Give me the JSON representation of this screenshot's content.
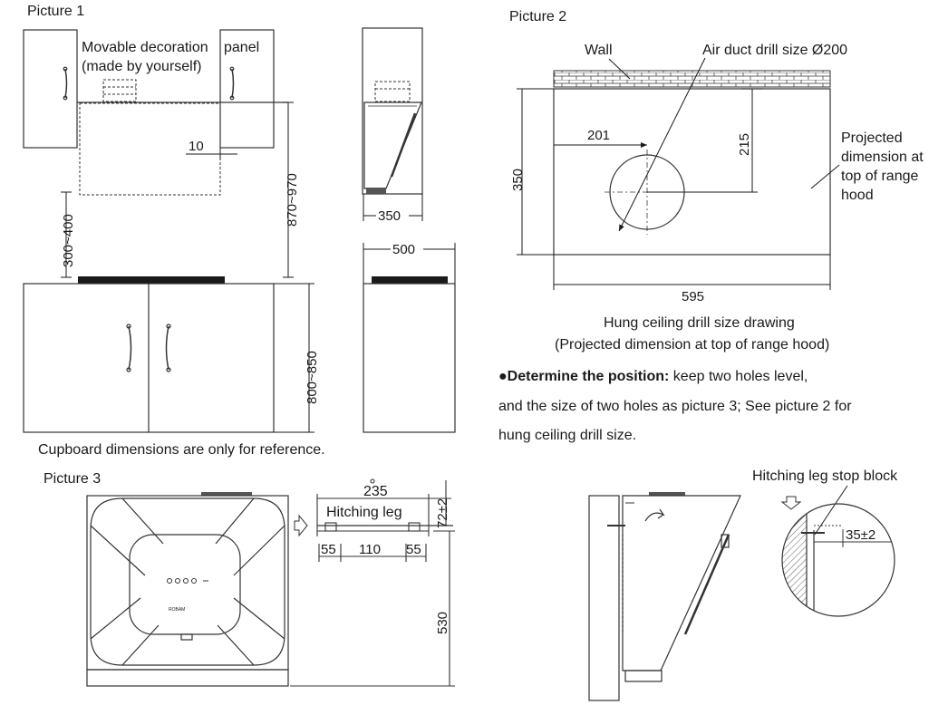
{
  "picture1": {
    "title": "Picture 1",
    "decoration_panel_line1": "Movable decoration",
    "decoration_panel_word": "panel",
    "decoration_panel_line2": "(made by yourself)",
    "dim_gap": "10",
    "dim_mount_height": "870~970",
    "dim_clearance": "300~400",
    "dim_counter_height": "800~850",
    "dim_hood_depth": "350",
    "dim_cabinet_depth": "500",
    "footnote": "Cupboard dimensions are only for reference."
  },
  "picture2": {
    "title": "Picture 2",
    "wall_label": "Wall",
    "duct_label": "Air duct drill size Ø200",
    "dim_offset_x": "201",
    "dim_offset_y": "215",
    "dim_height": "350",
    "dim_width": "595",
    "projected_label_1": "Projected",
    "projected_label_2": "dimension at",
    "projected_label_3": "top of range",
    "projected_label_4": "hood",
    "caption_line1": "Hung ceiling drill size drawing",
    "caption_line2": "(Projected dimension at top of range hood)"
  },
  "instructions": {
    "bullet": "●",
    "heading": "Determine the position:",
    "line1_rest": " keep two holes level,",
    "line2": "and the size  of two holes as picture 3; See  picture 2 for",
    "line3": "hung ceiling drill size."
  },
  "picture3": {
    "title": "Picture 3",
    "brand": "ROBAM",
    "hitching_leg_label": "Hitching leg",
    "dim_leg_width": "235",
    "dim_leg_height": "72±2",
    "dim_left": "55",
    "dim_middle": "110",
    "dim_right": "55",
    "dim_height": "530",
    "stop_block_label": "Hitching leg stop block",
    "dim_stop": "35±2"
  }
}
